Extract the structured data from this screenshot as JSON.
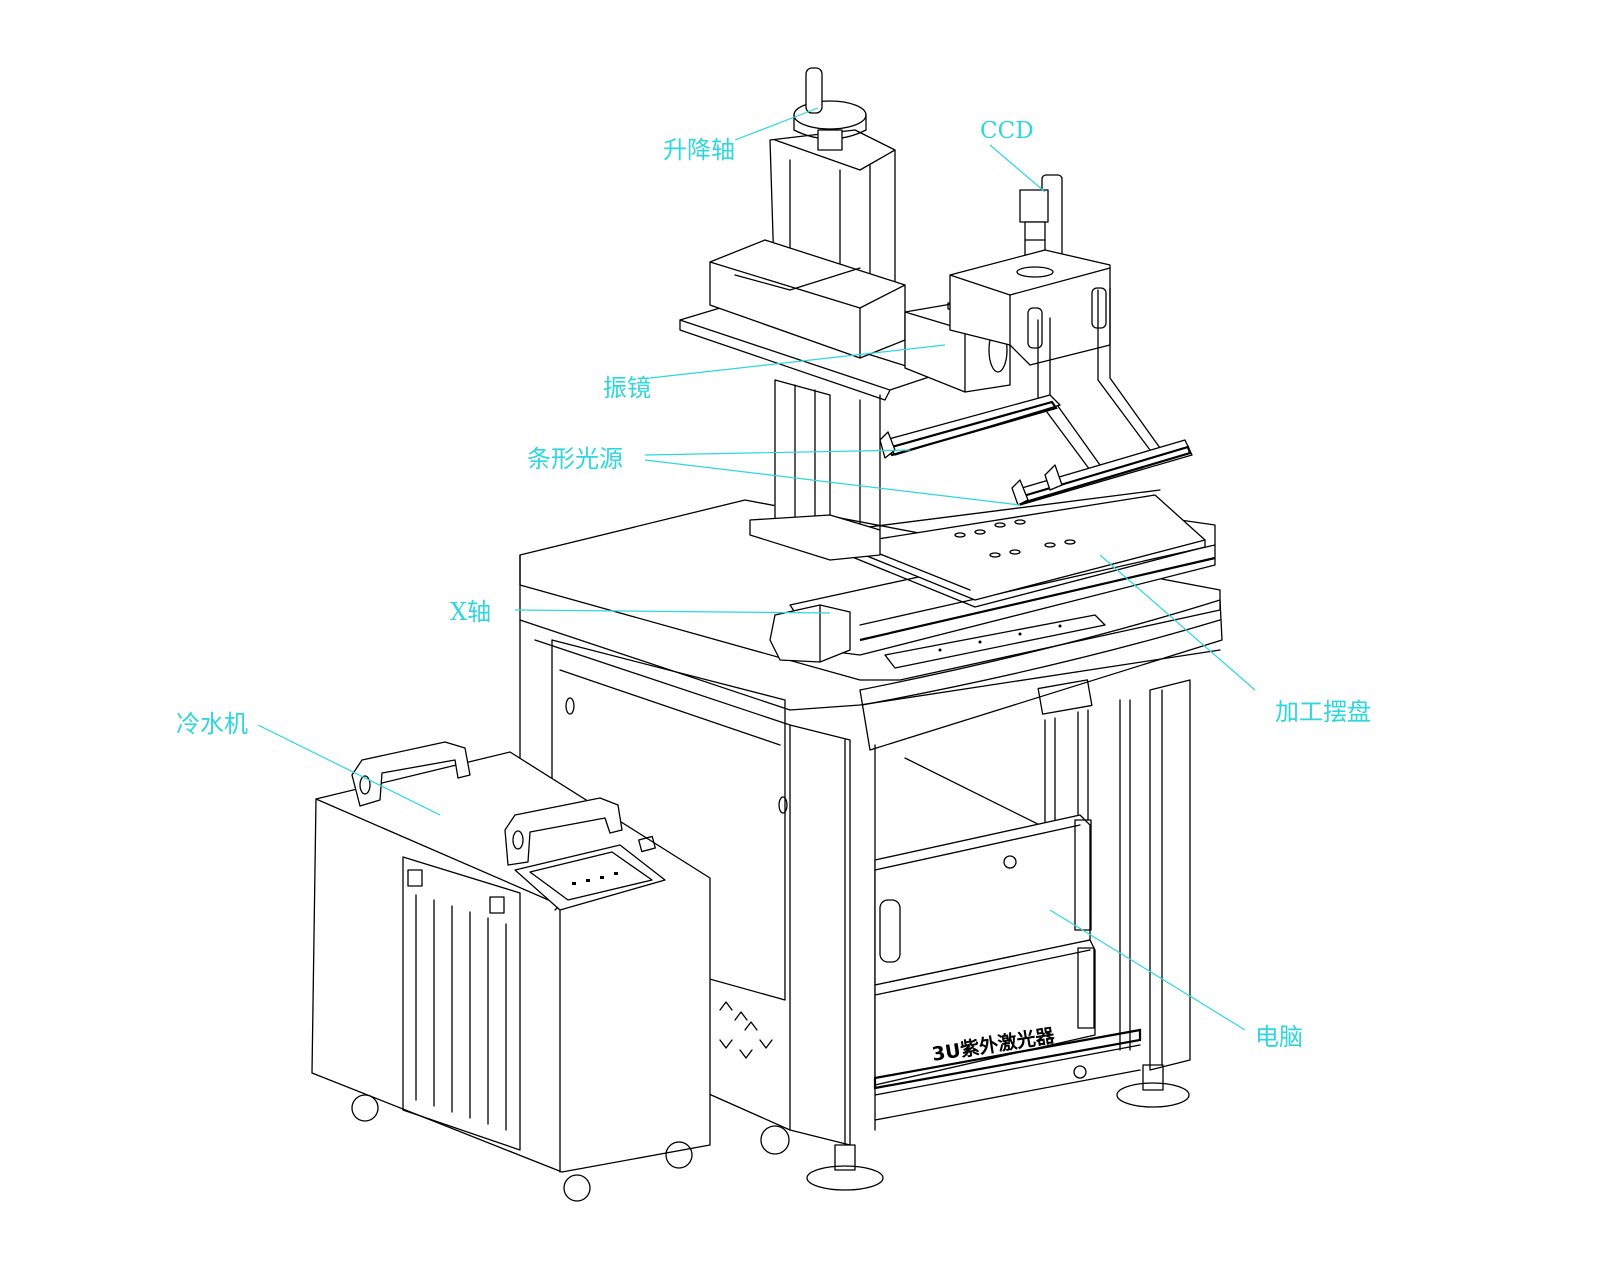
{
  "diagram": {
    "type": "annotated isometric line drawing",
    "subject": "UV laser marking machine with chiller",
    "line_color": "#000000",
    "annotation_color": "#2fd6de",
    "background": "#ffffff"
  },
  "callouts": [
    {
      "id": "lift-axis",
      "label": "升降轴"
    },
    {
      "id": "ccd",
      "label": "CCD"
    },
    {
      "id": "galvo",
      "label": "振镜"
    },
    {
      "id": "bar-light",
      "label": "条形光源"
    },
    {
      "id": "x-axis",
      "label": "X轴"
    },
    {
      "id": "work-tray",
      "label": "加工摆盘"
    },
    {
      "id": "chiller",
      "label": "冷水机"
    },
    {
      "id": "computer",
      "label": "电脑"
    }
  ],
  "engraved_text": {
    "laser_module": "3U紫外激光器"
  }
}
